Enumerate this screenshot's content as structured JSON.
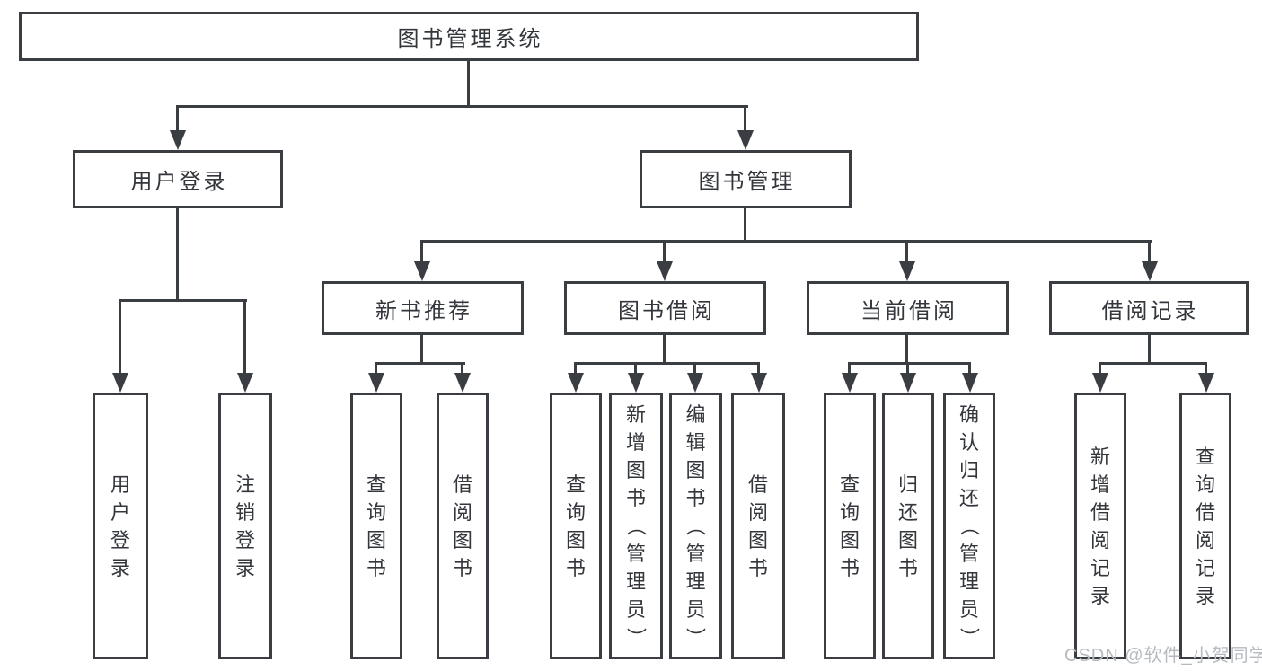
{
  "diagram_title": "图书管理系统",
  "watermark": "CSDN @软件_小贺同学",
  "colors": {
    "line": "#3a3d42",
    "text": "#33363b",
    "box_background": "#ffffff",
    "page_background": "#ffffff",
    "watermark": "#b6bac0"
  },
  "tree": {
    "root": {
      "label": "图书管理系统"
    },
    "branches": [
      {
        "label": "用户登录",
        "children": [
          {
            "label": "用户登录"
          },
          {
            "label": "注销登录"
          }
        ]
      },
      {
        "label": "图书管理",
        "children": [
          {
            "label": "新书推荐",
            "children": [
              {
                "label": "查询图书"
              },
              {
                "label": "借阅图书"
              }
            ]
          },
          {
            "label": "图书借阅",
            "children": [
              {
                "label": "查询图书"
              },
              {
                "label": "新增图书（管理员）"
              },
              {
                "label": "编辑图书（管理员）"
              },
              {
                "label": "借阅图书"
              }
            ]
          },
          {
            "label": "当前借阅",
            "children": [
              {
                "label": "查询图书"
              },
              {
                "label": "归还图书"
              },
              {
                "label": "确认归还（管理员）"
              }
            ]
          },
          {
            "label": "借阅记录",
            "children": [
              {
                "label": "新增借阅记录"
              },
              {
                "label": "查询借阅记录"
              }
            ]
          }
        ]
      }
    ]
  }
}
